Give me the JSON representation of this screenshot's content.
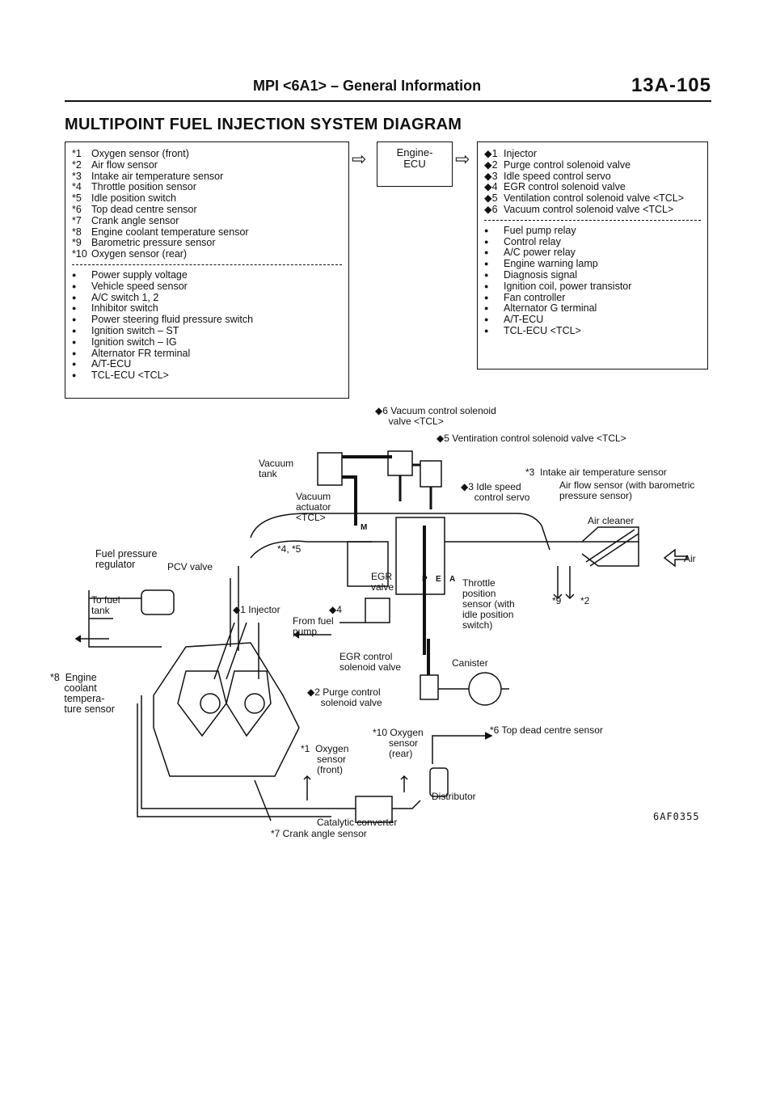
{
  "header": {
    "title": "MPI <6A1> – General Information",
    "page": "13A-105"
  },
  "main_title": "MULTIPOINT FUEL INJECTION SYSTEM DIAGRAM",
  "inputs": {
    "sensors": [
      {
        "mark": "*1",
        "text": "Oxygen sensor (front)"
      },
      {
        "mark": "*2",
        "text": "Air flow sensor"
      },
      {
        "mark": "*3",
        "text": "Intake air temperature sensor"
      },
      {
        "mark": "*4",
        "text": "Throttle position sensor"
      },
      {
        "mark": "*5",
        "text": "Idle position switch"
      },
      {
        "mark": "*6",
        "text": "Top dead centre sensor"
      },
      {
        "mark": "*7",
        "text": "Crank angle sensor"
      },
      {
        "mark": "*8",
        "text": "Engine coolant temperature sensor"
      },
      {
        "mark": "*9",
        "text": "Barometric pressure sensor"
      },
      {
        "mark": "*10",
        "text": "Oxygen sensor (rear)"
      }
    ],
    "signals": [
      "Power supply voltage",
      "Vehicle speed sensor",
      "A/C switch 1, 2",
      "Inhibitor switch",
      "Power steering fluid pressure switch",
      "Ignition switch – ST",
      "Ignition switch – IG",
      "Alternator FR terminal",
      "A/T-ECU",
      "TCL-ECU <TCL>"
    ]
  },
  "ecu": {
    "line1": "Engine-",
    "line2": "ECU"
  },
  "outputs": {
    "actuators": [
      {
        "mark": "◆1",
        "text": "Injector"
      },
      {
        "mark": "◆2",
        "text": "Purge control solenoid valve"
      },
      {
        "mark": "◆3",
        "text": "Idle speed control servo"
      },
      {
        "mark": "◆4",
        "text": "EGR control solenoid valve"
      },
      {
        "mark": "◆5",
        "text": "Ventilation control solenoid valve <TCL>"
      },
      {
        "mark": "◆6",
        "text": "Vacuum control solenoid valve <TCL>"
      }
    ],
    "signals": [
      "Fuel pump relay",
      "Control relay",
      "A/C power relay",
      "Engine warning lamp",
      "Diagnosis signal",
      "Ignition coil, power transistor",
      "Fan controller",
      "Alternator G terminal",
      "A/T-ECU",
      "TCL-ECU <TCL>"
    ]
  },
  "diagram": {
    "vacuum_solenoid": "◆6 Vacuum control solenoid\n     valve <TCL>",
    "ventilation_solenoid": "◆5 Ventiration control solenoid valve <TCL>",
    "vacuum_tank": "Vacuum\ntank",
    "vacuum_actuator": "Vacuum\nactuator\n<TCL>",
    "intake_temp": "*3  Intake air temperature sensor",
    "idle_servo": "◆3 Idle speed\n     control servo",
    "airflow_sensor": "Air flow sensor (with barometric\npressure sensor)",
    "air_cleaner": "Air cleaner",
    "air": "Air",
    "fuel_pressure_regulator": "Fuel pressure\nregulator",
    "pcv_valve": "PCV valve",
    "tps_marks": "*4, *5",
    "egr_valve": "EGR\nvalve",
    "throttle_sensor": "Throttle\nposition\nsensor (with\nidle position\nswitch)",
    "mark_9": "*9",
    "mark_2": "*2",
    "to_fuel_tank": "To fuel\ntank",
    "injector": "◆1 Injector",
    "egr_solenoid_mark": "◆4",
    "from_fuel_pump": "From fuel\npump",
    "egr_control_solenoid": "EGR control\nsolenoid valve",
    "canister": "Canister",
    "coolant_sensor": "*8  Engine\n     coolant\n     tempera-\n     ture sensor",
    "purge_solenoid": "◆2 Purge control\n     solenoid valve",
    "oxygen_rear": "*10 Oxygen\n      sensor\n      (rear)",
    "tdc_sensor": "*6 Top dead centre sensor",
    "oxygen_front": "*1  Oxygen\n      sensor\n      (front)",
    "distributor": "Distributor",
    "catalytic_converter": "Catalytic converter",
    "crank_sensor": "*7 Crank angle sensor",
    "letter_m": "M",
    "letter_p": "P",
    "letter_e": "E",
    "letter_a": "A",
    "figure_code": "6AF0355"
  }
}
